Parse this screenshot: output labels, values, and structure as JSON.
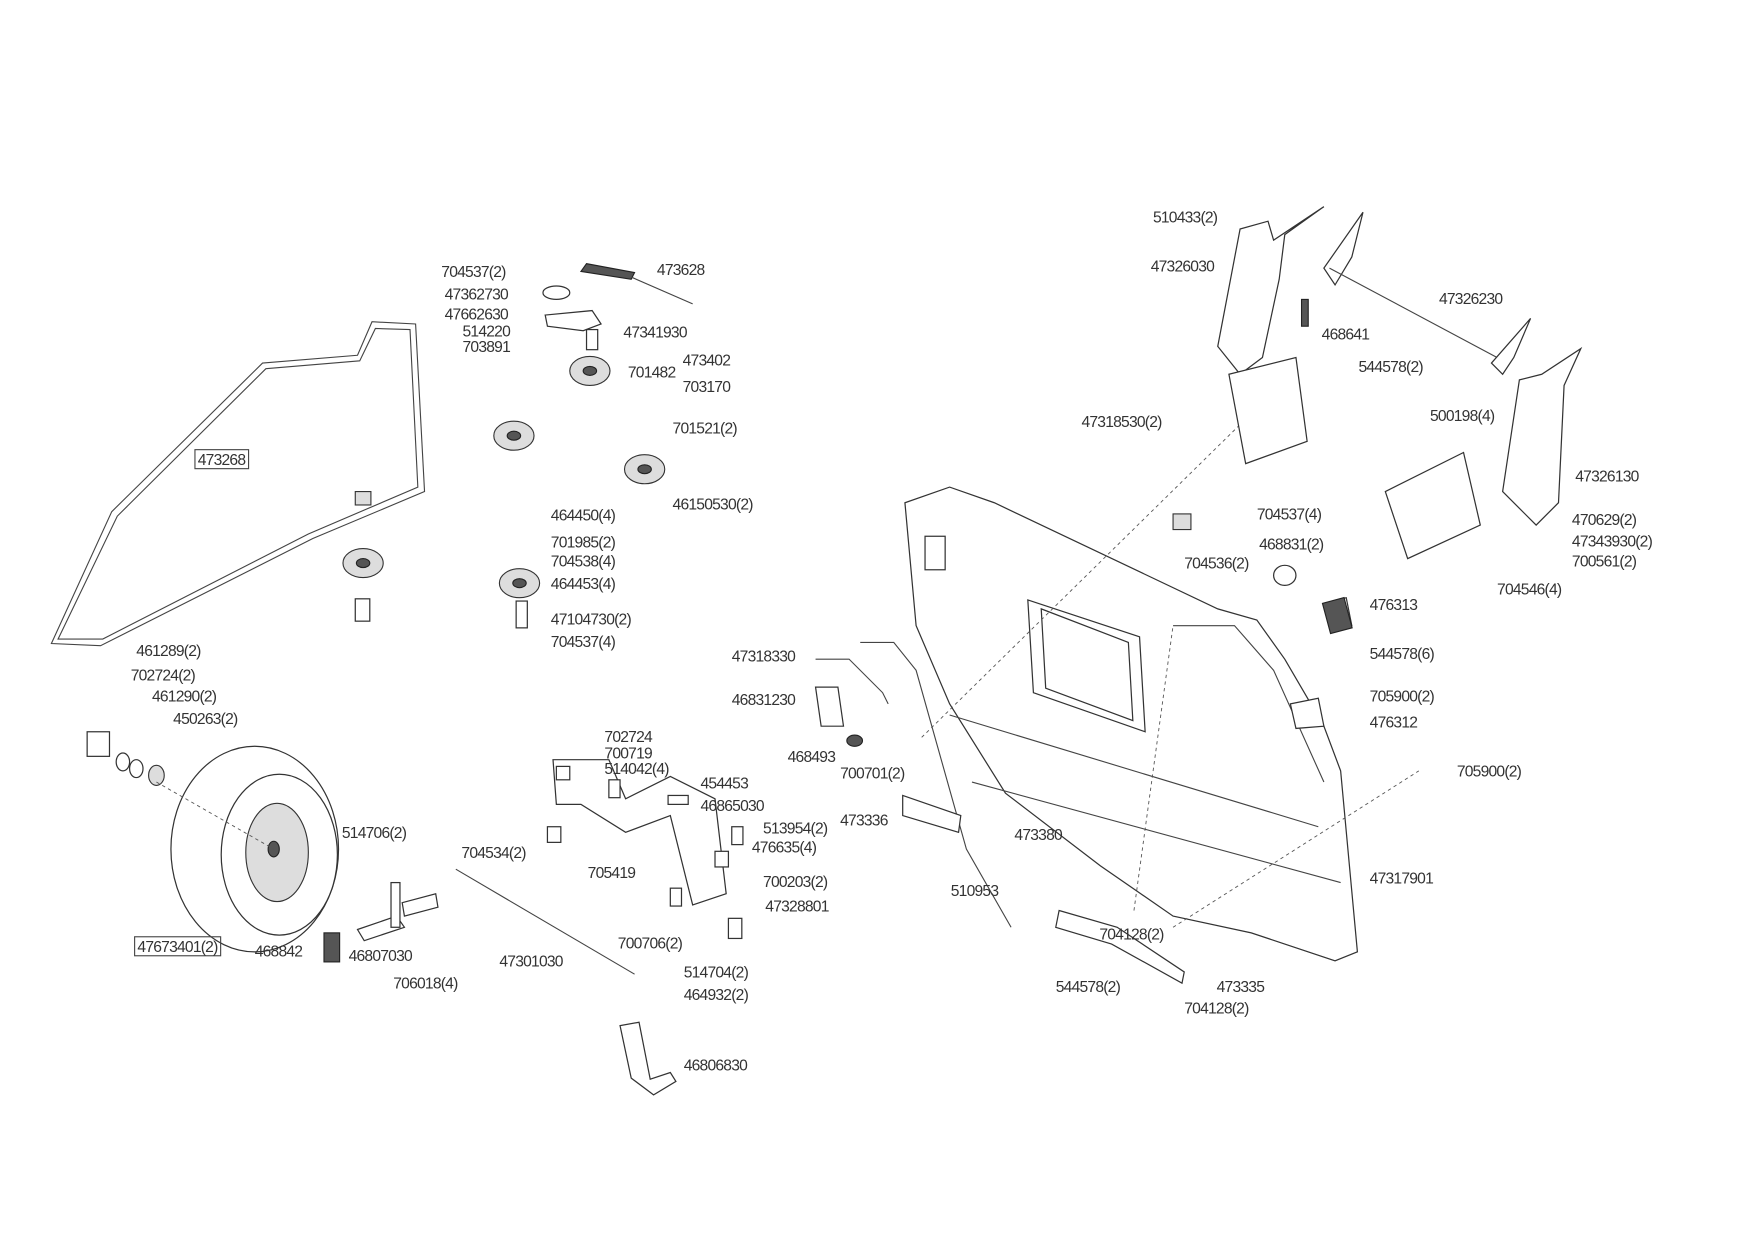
{
  "diagram": {
    "type": "exploded parts diagram",
    "callouts": [
      "704537(2)",
      "473628",
      "47362730",
      "47662630",
      "514220",
      "47341930",
      "703891",
      "473402",
      "701482",
      "703170",
      "701521(2)",
      "473268",
      "464450(4)",
      "46150530(2)",
      "701985(2)",
      "704538(4)",
      "464453(4)",
      "47104730(2)",
      "704537(4)",
      "461289(2)",
      "702724(2)",
      "461290(2)",
      "450263(2)",
      "47318330",
      "46831230",
      "468493",
      "702724",
      "700719",
      "514042(4)",
      "454453",
      "46865030",
      "700701(2)",
      "473336",
      "473380",
      "513954(2)",
      "476635(4)",
      "514706(2)",
      "704534(2)",
      "705419",
      "700203(2)",
      "47328801",
      "47673401(2)",
      "468842",
      "46807030",
      "706018(4)",
      "47301030",
      "700706(2)",
      "514704(2)",
      "464932(2)",
      "46806830",
      "510953",
      "704128(2)",
      "47317901",
      "544578(2)",
      "473335",
      "704128(2)",
      "510433(2)",
      "47326030",
      "47326230",
      "468641",
      "544578(2)",
      "47318530(2)",
      "500198(4)",
      "47326130",
      "704537(4)",
      "468831(2)",
      "470629(2)",
      "47343930(2)",
      "700561(2)",
      "704536(2)",
      "704546(4)",
      "476313",
      "544578(6)",
      "705900(2)",
      "476312",
      "705900(2)"
    ]
  }
}
